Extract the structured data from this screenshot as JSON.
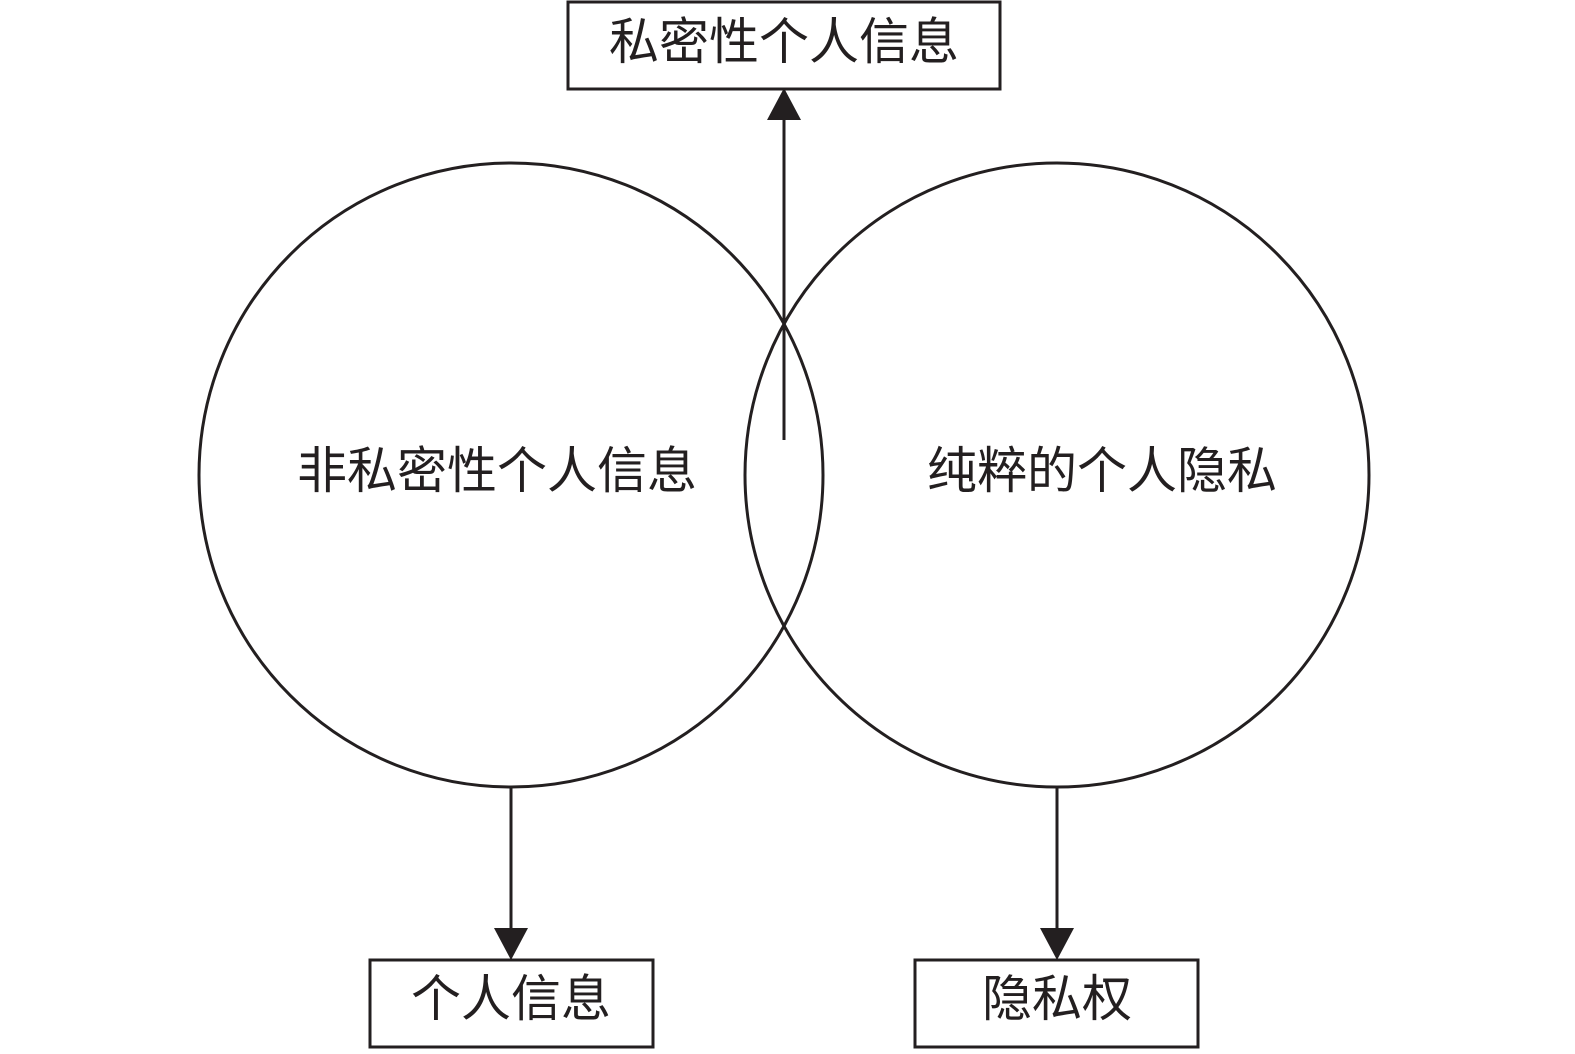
{
  "diagram": {
    "top_box": "私密性个人信息",
    "left_circle": "非私密性个人信息",
    "right_circle": "纯粹的个人隐私",
    "bottom_left_box": "个人信息",
    "bottom_right_box": "隐私权"
  },
  "colors": {
    "line": "#231f20",
    "background": "#ffffff"
  }
}
